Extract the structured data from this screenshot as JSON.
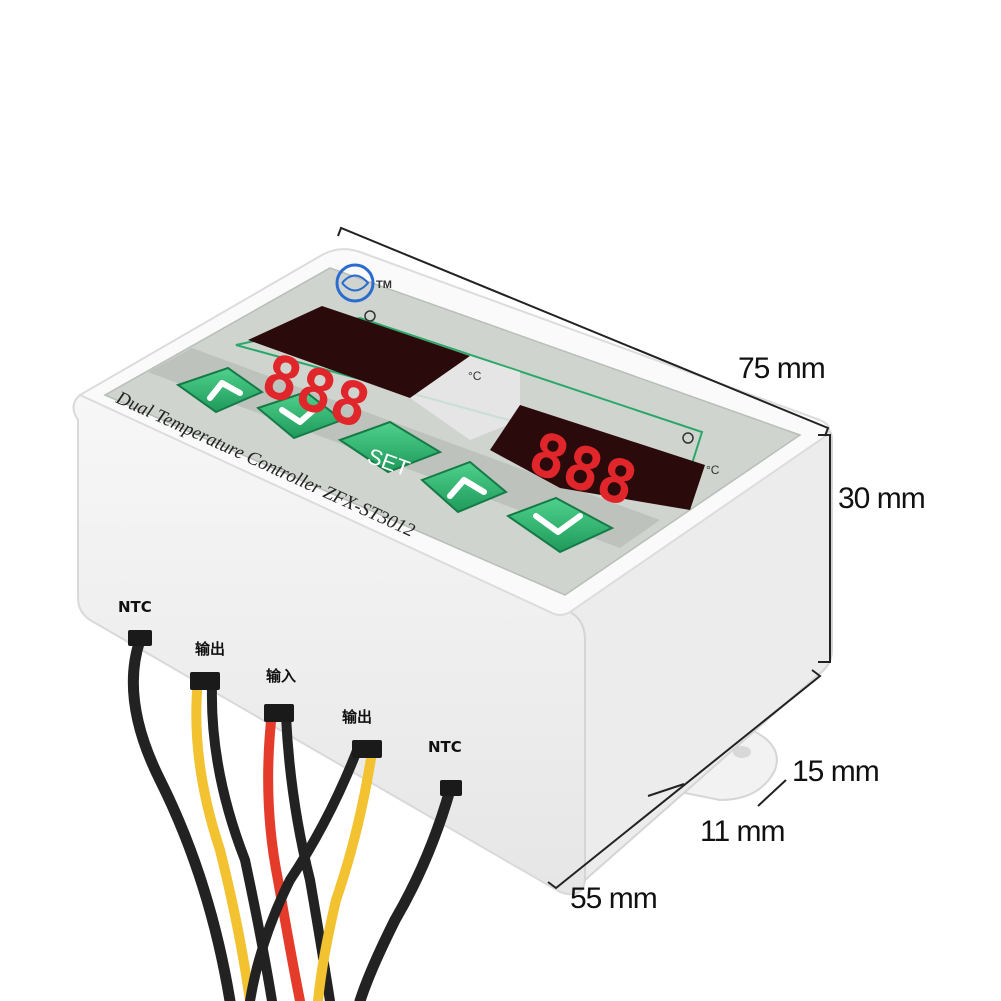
{
  "dimensions": {
    "length": "75 mm",
    "height": "30 mm",
    "tab_width": "15 mm",
    "tab_offset": "11 mm",
    "depth": "55 mm"
  },
  "faceplate": {
    "brand_mark": "TM",
    "model_text": "Dual Temperature Controller ZFX-ST3012",
    "display_left": "888",
    "display_right": "888",
    "unit_left": "°C",
    "unit_right": "°C",
    "set_label": "SET"
  },
  "wires": {
    "labels": [
      "NTC",
      "输出",
      "输入",
      "输出",
      "NTC"
    ]
  },
  "colors": {
    "led_red": "#e0262a",
    "button_green": "#2bb673",
    "faceplate": "#cfd4cf",
    "housing": "#f4f4f4"
  }
}
